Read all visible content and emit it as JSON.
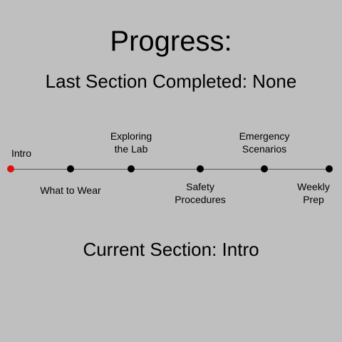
{
  "header": {
    "title": "Progress:",
    "last_completed_label": "Last Section Completed: ",
    "last_completed_value": "None"
  },
  "footer": {
    "current_label": "Current Section: ",
    "current_value": "Intro"
  },
  "colors": {
    "current_node": "#e01010",
    "node": "#000000",
    "track": "#555555",
    "background": "#bfbfbf"
  },
  "sections": [
    {
      "label": "Intro",
      "status": "current"
    },
    {
      "label": "What to Wear",
      "status": "upcoming"
    },
    {
      "label": "Exploring\nthe Lab",
      "status": "upcoming"
    },
    {
      "label": "Safety\nProcedures",
      "status": "upcoming"
    },
    {
      "label": "Emergency\nScenarios",
      "status": "upcoming"
    },
    {
      "label": "Weekly\nPrep",
      "status": "upcoming"
    }
  ]
}
